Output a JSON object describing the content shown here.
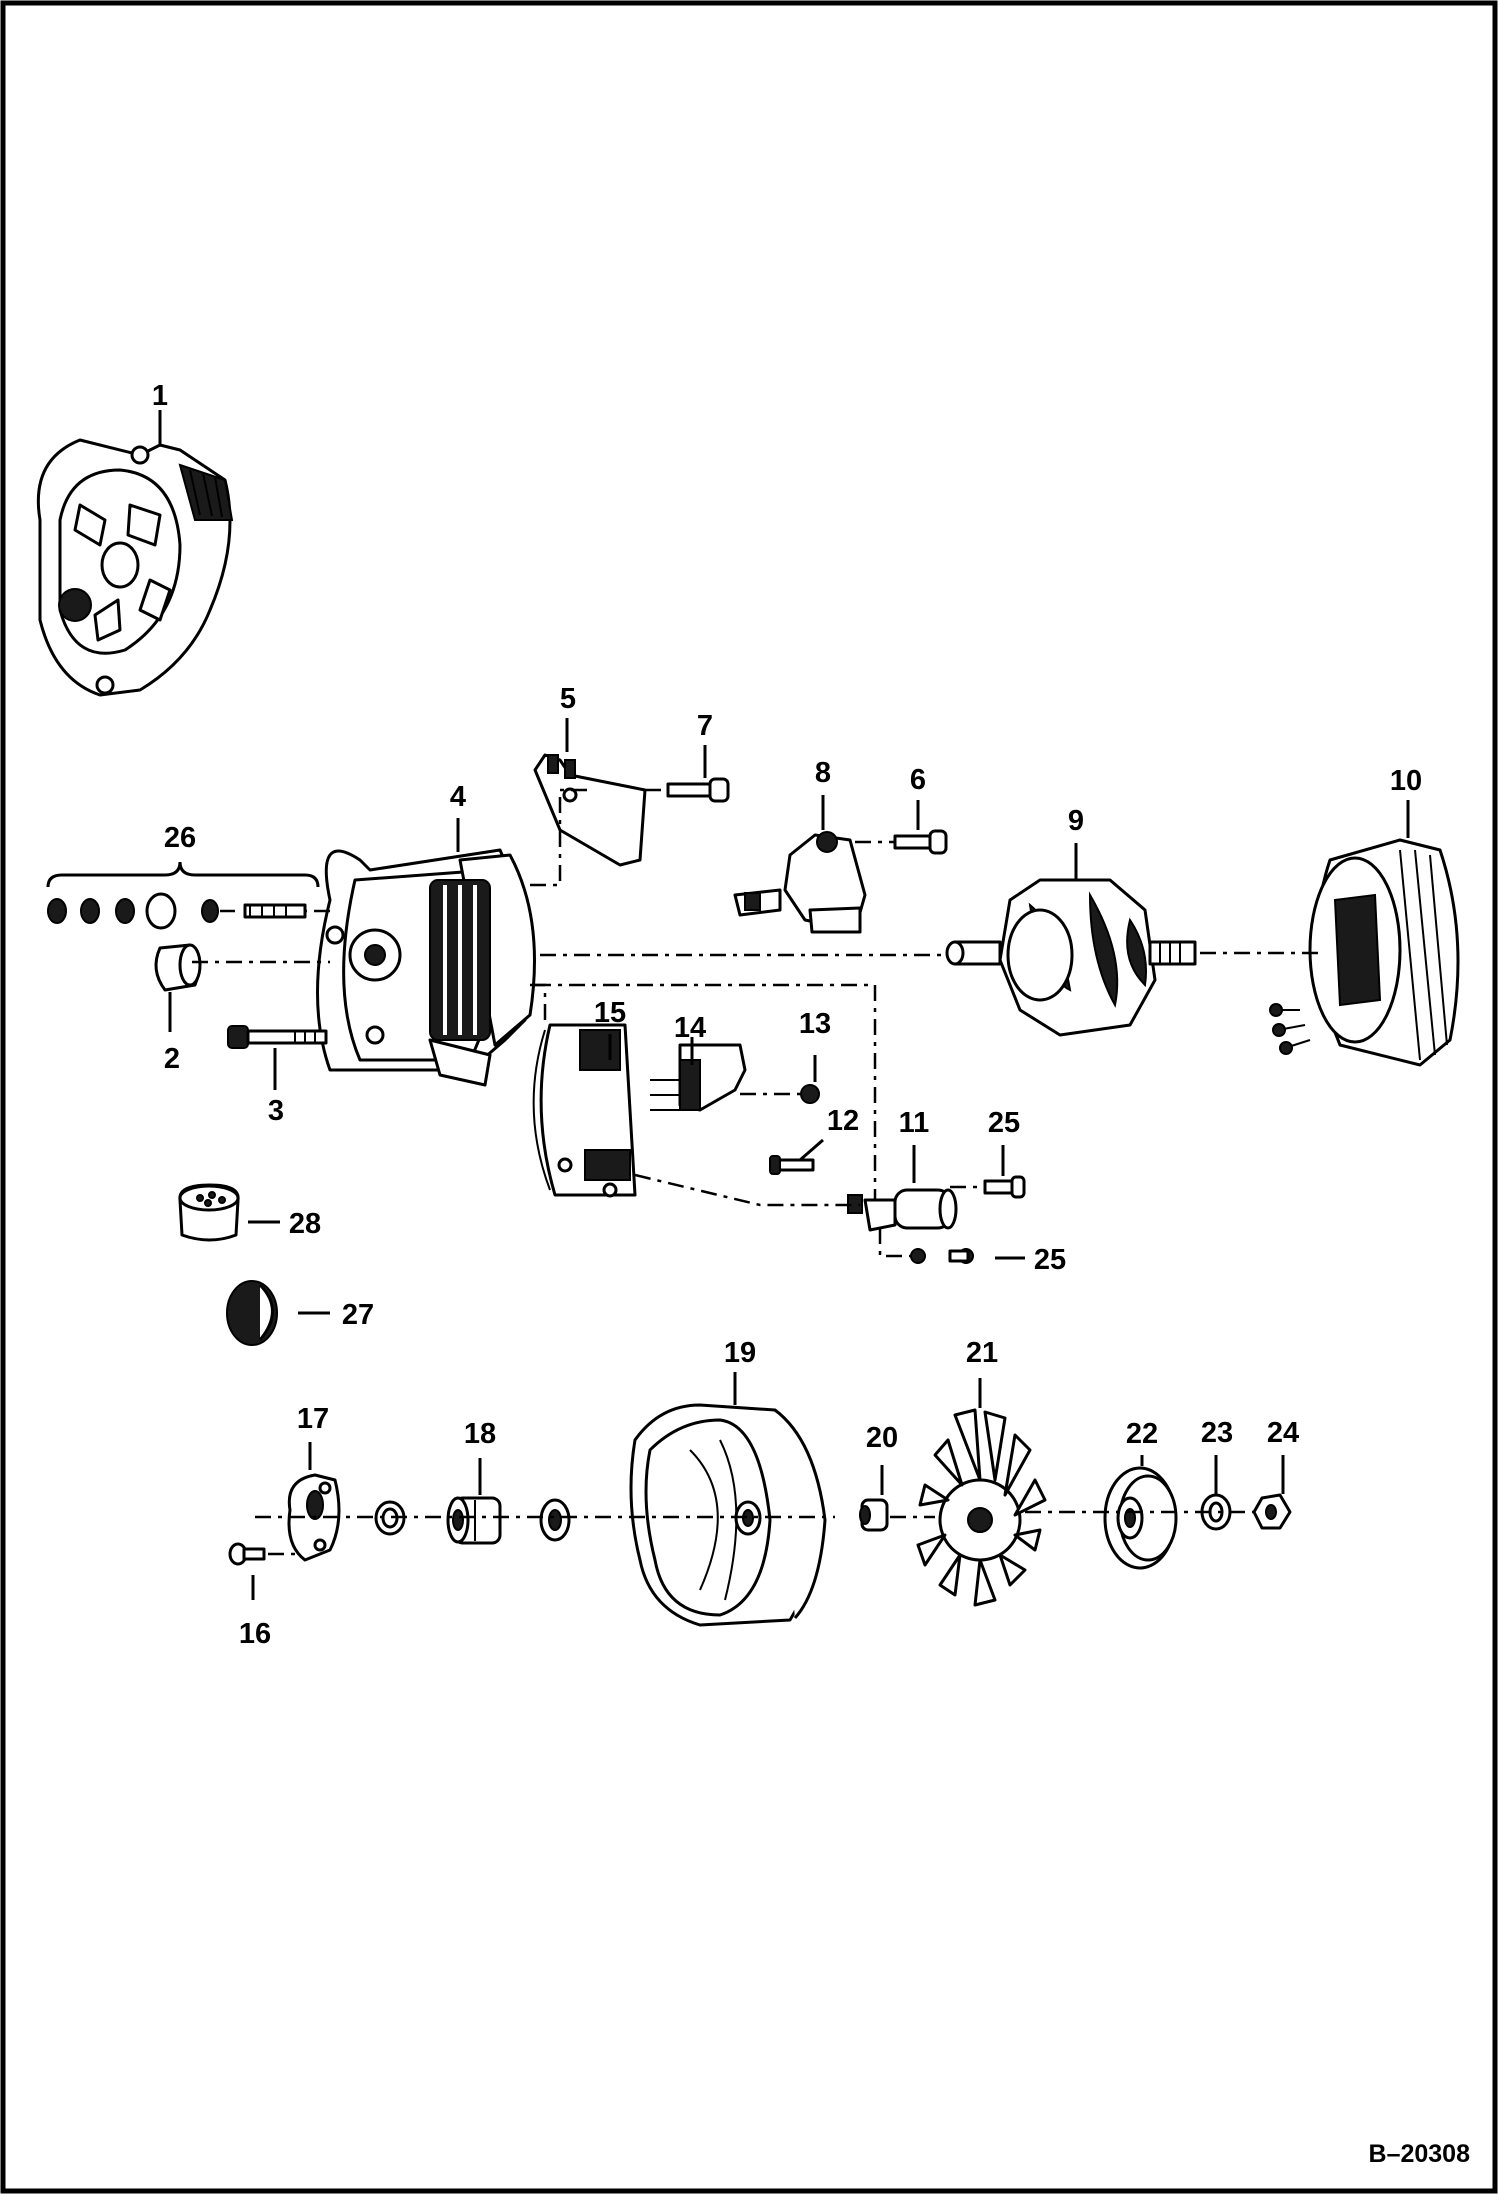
{
  "figure_id": "B–20308",
  "callouts": {
    "c1": "1",
    "c2": "2",
    "c3": "3",
    "c4": "4",
    "c5": "5",
    "c6": "6",
    "c7": "7",
    "c8": "8",
    "c9": "9",
    "c10": "10",
    "c11": "11",
    "c12": "12",
    "c13": "13",
    "c14": "14",
    "c15": "15",
    "c16": "16",
    "c17": "17",
    "c18": "18",
    "c19": "19",
    "c20": "20",
    "c21": "21",
    "c22": "22",
    "c23": "23",
    "c24": "24",
    "c25a": "25",
    "c25b": "25",
    "c26": "26",
    "c27": "27",
    "c28": "28"
  }
}
